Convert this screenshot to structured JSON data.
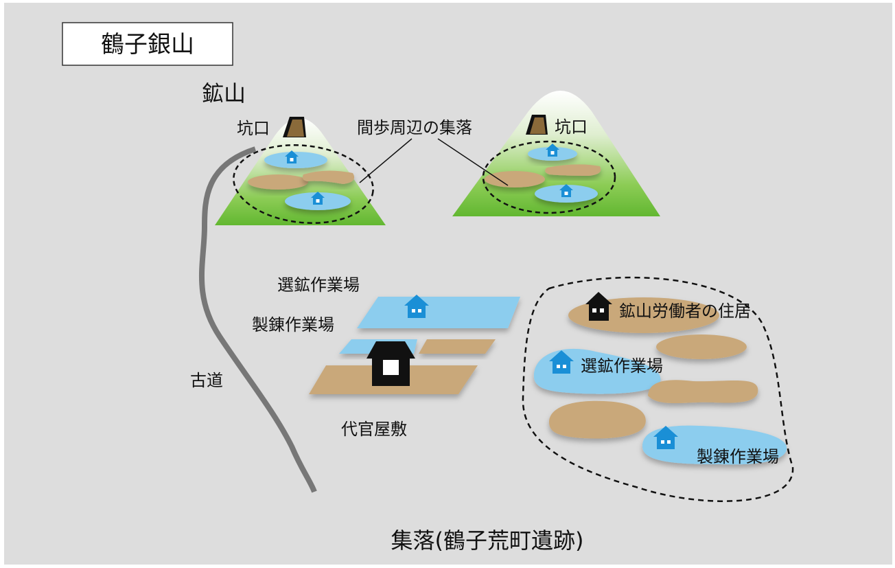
{
  "title": "鶴子銀山",
  "mine_label": "鉱山",
  "adit_left": "坑口",
  "adit_right": "坑口",
  "mabu_settlements": "間歩周辺の集落",
  "ore_sorting_upper": "選鉱作業場",
  "smelting_upper": "製錬作業場",
  "magistrate_residence": "代官屋敷",
  "old_road": "古道",
  "miners_residence": "鉱山労働者の住居",
  "ore_sorting_right": "選鉱作業場",
  "smelting_right": "製錬作業場",
  "settlement_caption": "集落(鶴子荒町遺跡)",
  "colors": {
    "background": "#dddddd",
    "mountain_green": "#62b731",
    "ground_tan": "#c9a87a",
    "work_area_blue": "#8ccdee",
    "house_blue": "#1a8fd6",
    "road_grey": "#7a7a7a",
    "adit_brown": "#8a6a3a"
  }
}
